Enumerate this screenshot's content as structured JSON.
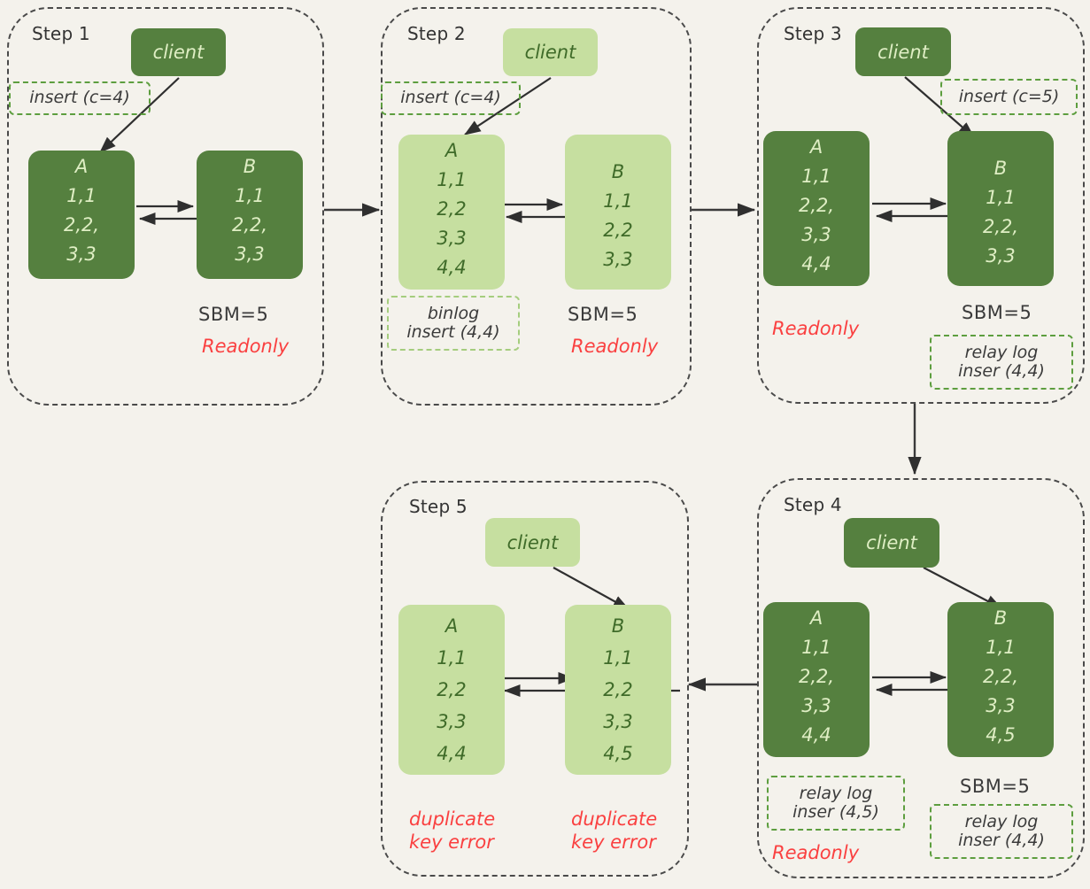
{
  "diagram": {
    "title": "MySQL replication duplicate key error sequence",
    "background_color": "#f4f2ec",
    "colors": {
      "dark_green": "#55803f",
      "light_green": "#c6dfa0",
      "dark_text_on_green": "#dfeec4",
      "green_text": "#3f6b29",
      "annotation_border": "#5d9e3f",
      "annotation_border_pale": "#a5cd7e",
      "error_red": "#fa4040",
      "container_border": "#4a4a4a"
    }
  },
  "steps": [
    {
      "id": "step1",
      "title": "Step 1",
      "client": {
        "label": "client",
        "tone": "dark"
      },
      "annotation": {
        "lines": [
          "insert (c=4)"
        ],
        "tone": "normal"
      },
      "nodes": [
        {
          "name": "A",
          "tone": "dark",
          "rows": [
            "A",
            "1,1",
            "2,2,",
            "3,3"
          ]
        },
        {
          "name": "B",
          "tone": "dark",
          "rows": [
            "B",
            "1,1",
            "2,2,",
            "3,3"
          ]
        }
      ],
      "labels": {
        "sbm": "SBM=5",
        "status": "Readonly"
      }
    },
    {
      "id": "step2",
      "title": "Step 2",
      "client": {
        "label": "client",
        "tone": "light"
      },
      "annotation": {
        "lines": [
          "insert (c=4)"
        ],
        "tone": "normal"
      },
      "binlog": {
        "lines": [
          "binlog",
          "insert (4,4)"
        ],
        "tone": "pale"
      },
      "nodes": [
        {
          "name": "A",
          "tone": "light",
          "rows": [
            "A",
            "1,1",
            "2,2",
            "3,3",
            "4,4"
          ]
        },
        {
          "name": "B",
          "tone": "light",
          "rows": [
            "B",
            "1,1",
            "2,2",
            "3,3"
          ]
        }
      ],
      "labels": {
        "sbm": "SBM=5",
        "status": "Readonly"
      }
    },
    {
      "id": "step3",
      "title": "Step 3",
      "client": {
        "label": "client",
        "tone": "dark"
      },
      "annotation": {
        "lines": [
          "insert (c=5)"
        ],
        "tone": "normal"
      },
      "relaylog": {
        "lines": [
          "relay log",
          "inser (4,4)"
        ],
        "tone": "normal"
      },
      "nodes": [
        {
          "name": "A",
          "tone": "dark",
          "rows": [
            "A",
            "1,1",
            "2,2,",
            "3,3",
            "4,4"
          ]
        },
        {
          "name": "B",
          "tone": "dark",
          "rows": [
            "B",
            "1,1",
            "2,2,",
            "3,3"
          ]
        }
      ],
      "labels": {
        "sbm": "SBM=5",
        "status": "Readonly"
      }
    },
    {
      "id": "step4",
      "title": "Step 4",
      "client": {
        "label": "client",
        "tone": "dark"
      },
      "relaylog_a": {
        "lines": [
          "relay log",
          "inser (4,5)"
        ],
        "tone": "normal"
      },
      "relaylog_b": {
        "lines": [
          "relay log",
          "inser (4,4)"
        ],
        "tone": "normal"
      },
      "nodes": [
        {
          "name": "A",
          "tone": "dark",
          "rows": [
            "A",
            "1,1",
            "2,2,",
            "3,3",
            "4,4"
          ]
        },
        {
          "name": "B",
          "tone": "dark",
          "rows": [
            "B",
            "1,1",
            "2,2,",
            "3,3",
            "4,5"
          ]
        }
      ],
      "labels": {
        "sbm": "SBM=5",
        "status": "Readonly"
      }
    },
    {
      "id": "step5",
      "title": "Step 5",
      "client": {
        "label": "client",
        "tone": "light"
      },
      "nodes": [
        {
          "name": "A",
          "tone": "light",
          "rows": [
            "A",
            "1,1",
            "2,2",
            "3,3",
            "4,4"
          ]
        },
        {
          "name": "B",
          "tone": "light",
          "rows": [
            "B",
            "1,1",
            "2,2",
            "3,3",
            "4,5"
          ]
        }
      ],
      "errors": {
        "a": "duplicate\nkey error",
        "b": "duplicate\nkey error"
      }
    }
  ],
  "flow_arrows": [
    {
      "from": "step1",
      "to": "step2",
      "direction": "right"
    },
    {
      "from": "step2",
      "to": "step3",
      "direction": "right"
    },
    {
      "from": "step3",
      "to": "step4",
      "direction": "down"
    },
    {
      "from": "step4",
      "to": "step5",
      "direction": "left"
    }
  ]
}
